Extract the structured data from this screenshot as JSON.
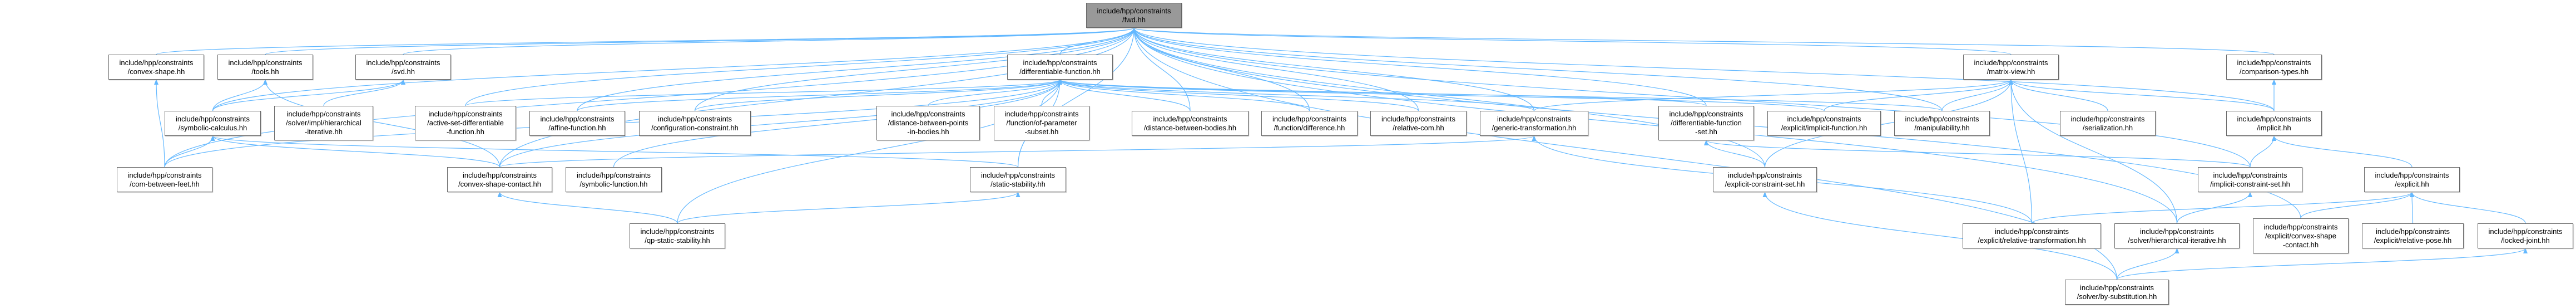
{
  "graph": {
    "edge_color": "#63b8ff",
    "root_fill": "#999999",
    "nodes": [
      {
        "id": "fwd",
        "label": "include/hpp/constraints\n/fwd.hh"
      },
      {
        "id": "convex-shape",
        "label": "include/hpp/constraints\n/convex-shape.hh"
      },
      {
        "id": "tools",
        "label": "include/hpp/constraints\n/tools.hh"
      },
      {
        "id": "svd",
        "label": "include/hpp/constraints\n/svd.hh"
      },
      {
        "id": "differentiable-function",
        "label": "include/hpp/constraints\n/differentiable-function.hh"
      },
      {
        "id": "matrix-view",
        "label": "include/hpp/constraints\n/matrix-view.hh"
      },
      {
        "id": "comparison-types",
        "label": "include/hpp/constraints\n/comparison-types.hh"
      },
      {
        "id": "symbolic-calculus",
        "label": "include/hpp/constraints\n/symbolic-calculus.hh"
      },
      {
        "id": "solver-impl-hierarchical-iterative",
        "label": "include/hpp/constraints\n/solver/impl/hierarchical\n-iterative.hh"
      },
      {
        "id": "active-set",
        "label": "include/hpp/constraints\n/active-set-differentiable\n-function.hh"
      },
      {
        "id": "affine-function",
        "label": "include/hpp/constraints\n/affine-function.hh"
      },
      {
        "id": "configuration-constraint",
        "label": "include/hpp/constraints\n/configuration-constraint.hh"
      },
      {
        "id": "distance-between-points",
        "label": "include/hpp/constraints\n/distance-between-points\n-in-bodies.hh"
      },
      {
        "id": "of-parameter-subset",
        "label": "include/hpp/constraints\n/function/of-parameter\n-subset.hh"
      },
      {
        "id": "distance-between-bodies",
        "label": "include/hpp/constraints\n/distance-between-bodies.hh"
      },
      {
        "id": "difference",
        "label": "include/hpp/constraints\n/function/difference.hh"
      },
      {
        "id": "relative-com",
        "label": "include/hpp/constraints\n/relative-com.hh"
      },
      {
        "id": "generic-transformation",
        "label": "include/hpp/constraints\n/generic-transformation.hh"
      },
      {
        "id": "differentiable-function-set",
        "label": "include/hpp/constraints\n/differentiable-function\n-set.hh"
      },
      {
        "id": "explicit-implicit-function",
        "label": "include/hpp/constraints\n/explicit/implicit-function.hh"
      },
      {
        "id": "manipulability",
        "label": "include/hpp/constraints\n/manipulability.hh"
      },
      {
        "id": "serialization",
        "label": "include/hpp/constraints\n/serialization.hh"
      },
      {
        "id": "implicit",
        "label": "include/hpp/constraints\n/implicit.hh"
      },
      {
        "id": "com-between-feet",
        "label": "include/hpp/constraints\n/com-between-feet.hh"
      },
      {
        "id": "convex-shape-contact",
        "label": "include/hpp/constraints\n/convex-shape-contact.hh"
      },
      {
        "id": "symbolic-function",
        "label": "include/hpp/constraints\n/symbolic-function.hh"
      },
      {
        "id": "static-stability",
        "label": "include/hpp/constraints\n/static-stability.hh"
      },
      {
        "id": "explicit-constraint-set",
        "label": "include/hpp/constraints\n/explicit-constraint-set.hh"
      },
      {
        "id": "implicit-constraint-set",
        "label": "include/hpp/constraints\n/implicit-constraint-set.hh"
      },
      {
        "id": "explicit",
        "label": "include/hpp/constraints\n/explicit.hh"
      },
      {
        "id": "qp-static-stability",
        "label": "include/hpp/constraints\n/qp-static-stability.hh"
      },
      {
        "id": "explicit-relative-transformation",
        "label": "include/hpp/constraints\n/explicit/relative-transformation.hh"
      },
      {
        "id": "solver-hierarchical-iterative",
        "label": "include/hpp/constraints\n/solver/hierarchical-iterative.hh"
      },
      {
        "id": "explicit-convex-shape-contact",
        "label": "include/hpp/constraints\n/explicit/convex-shape\n-contact.hh"
      },
      {
        "id": "explicit-relative-pose",
        "label": "include/hpp/constraints\n/explicit/relative-pose.hh"
      },
      {
        "id": "locked-joint",
        "label": "include/hpp/constraints\n/locked-joint.hh"
      },
      {
        "id": "by-substitution",
        "label": "include/hpp/constraints\n/solver/by-substitution.hh"
      }
    ],
    "edges": [
      [
        "convex-shape",
        "fwd"
      ],
      [
        "tools",
        "fwd"
      ],
      [
        "svd",
        "fwd"
      ],
      [
        "differentiable-function",
        "fwd"
      ],
      [
        "matrix-view",
        "fwd"
      ],
      [
        "comparison-types",
        "fwd"
      ],
      [
        "symbolic-calculus",
        "fwd"
      ],
      [
        "active-set",
        "fwd"
      ],
      [
        "affine-function",
        "fwd"
      ],
      [
        "configuration-constraint",
        "fwd"
      ],
      [
        "distance-between-bodies",
        "fwd"
      ],
      [
        "difference",
        "fwd"
      ],
      [
        "relative-com",
        "fwd"
      ],
      [
        "generic-transformation",
        "fwd"
      ],
      [
        "differentiable-function-set",
        "fwd"
      ],
      [
        "manipulability",
        "fwd"
      ],
      [
        "implicit",
        "fwd"
      ],
      [
        "com-between-feet",
        "fwd"
      ],
      [
        "convex-shape-contact",
        "fwd"
      ],
      [
        "static-stability",
        "fwd"
      ],
      [
        "explicit-constraint-set",
        "fwd"
      ],
      [
        "implicit-constraint-set",
        "fwd"
      ],
      [
        "solver-hierarchical-iterative",
        "fwd"
      ],
      [
        "by-substitution",
        "fwd"
      ],
      [
        "explicit-convex-shape-contact",
        "fwd"
      ],
      [
        "symbolic-calculus",
        "tools"
      ],
      [
        "convex-shape-contact",
        "tools"
      ],
      [
        "com-between-feet",
        "convex-shape"
      ],
      [
        "symbolic-calculus",
        "svd"
      ],
      [
        "solver-impl-hierarchical-iterative",
        "svd"
      ],
      [
        "com-between-feet",
        "symbolic-calculus"
      ],
      [
        "convex-shape-contact",
        "symbolic-calculus"
      ],
      [
        "static-stability",
        "symbolic-calculus"
      ],
      [
        "active-set",
        "differentiable-function"
      ],
      [
        "affine-function",
        "differentiable-function"
      ],
      [
        "configuration-constraint",
        "differentiable-function"
      ],
      [
        "distance-between-points",
        "differentiable-function"
      ],
      [
        "of-parameter-subset",
        "differentiable-function"
      ],
      [
        "distance-between-bodies",
        "differentiable-function"
      ],
      [
        "difference",
        "differentiable-function"
      ],
      [
        "relative-com",
        "differentiable-function"
      ],
      [
        "generic-transformation",
        "differentiable-function"
      ],
      [
        "differentiable-function-set",
        "differentiable-function"
      ],
      [
        "explicit-implicit-function",
        "differentiable-function"
      ],
      [
        "manipulability",
        "differentiable-function"
      ],
      [
        "com-between-feet",
        "differentiable-function"
      ],
      [
        "convex-shape-contact",
        "differentiable-function"
      ],
      [
        "symbolic-function",
        "differentiable-function"
      ],
      [
        "static-stability",
        "differentiable-function"
      ],
      [
        "qp-static-stability",
        "differentiable-function"
      ],
      [
        "generic-transformation",
        "matrix-view"
      ],
      [
        "explicit-implicit-function",
        "matrix-view"
      ],
      [
        "manipulability",
        "matrix-view"
      ],
      [
        "serialization",
        "matrix-view"
      ],
      [
        "implicit",
        "matrix-view"
      ],
      [
        "explicit-constraint-set",
        "matrix-view"
      ],
      [
        "explicit-relative-transformation",
        "matrix-view"
      ],
      [
        "solver-hierarchical-iterative",
        "matrix-view"
      ],
      [
        "implicit",
        "comparison-types"
      ],
      [
        "implicit-constraint-set",
        "implicit"
      ],
      [
        "explicit",
        "implicit"
      ],
      [
        "explicit-constraint-set",
        "differentiable-function-set"
      ],
      [
        "implicit-constraint-set",
        "differentiable-function-set"
      ],
      [
        "convex-shape-contact",
        "generic-transformation"
      ],
      [
        "explicit-relative-transformation",
        "generic-transformation"
      ],
      [
        "qp-static-stability",
        "static-stability"
      ],
      [
        "qp-static-stability",
        "convex-shape-contact"
      ],
      [
        "explicit-relative-transformation",
        "explicit"
      ],
      [
        "explicit-convex-shape-contact",
        "explicit"
      ],
      [
        "explicit-relative-pose",
        "explicit"
      ],
      [
        "locked-joint",
        "explicit"
      ],
      [
        "solver-hierarchical-iterative",
        "implicit-constraint-set"
      ],
      [
        "by-substitution",
        "explicit-constraint-set"
      ],
      [
        "by-substitution",
        "solver-hierarchical-iterative"
      ],
      [
        "by-substitution",
        "locked-joint"
      ]
    ]
  }
}
